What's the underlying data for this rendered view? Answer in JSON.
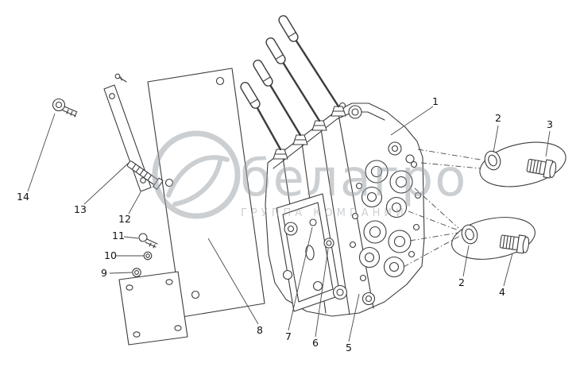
{
  "colors": {
    "background": "#ffffff",
    "line": "#3c3c3c",
    "watermark": "#9aa0a6"
  },
  "watermark": {
    "brand": "белагро",
    "subtitle": "ГРУППА КОМПАНИЙ"
  },
  "diagram": {
    "callouts": [
      {
        "label": "1"
      },
      {
        "label": "2"
      },
      {
        "label": "3"
      },
      {
        "label": "2"
      },
      {
        "label": "4"
      },
      {
        "label": "5"
      },
      {
        "label": "6"
      },
      {
        "label": "7"
      },
      {
        "label": "8"
      },
      {
        "label": "9"
      },
      {
        "label": "10"
      },
      {
        "label": "11"
      },
      {
        "label": "12"
      },
      {
        "label": "13"
      },
      {
        "label": "14"
      }
    ]
  }
}
